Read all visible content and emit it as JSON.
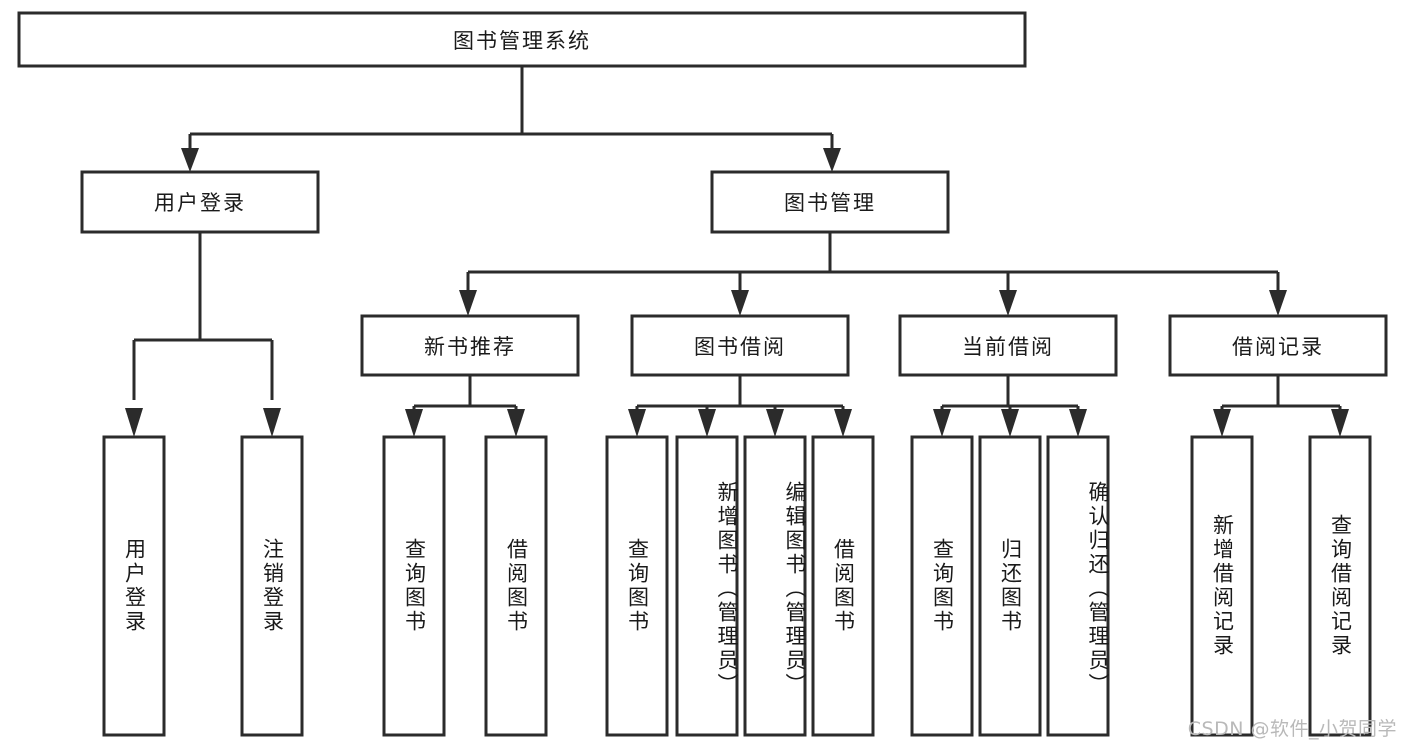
{
  "diagram": {
    "title": "图书管理系统",
    "type": "tree",
    "orientation": "top-down",
    "watermark": "CSDN @软件_小贺同学",
    "colors": {
      "box_stroke": "#2b2b2b",
      "box_fill": "#ffffff",
      "text": "#1a1a1a",
      "connector": "#2b2b2b",
      "watermark": "#b9b9b9",
      "background": "#ffffff"
    },
    "levels": {
      "root": {
        "label": "图书管理系统"
      },
      "level2": [
        {
          "label": "用户登录"
        },
        {
          "label": "图书管理"
        }
      ],
      "level3": [
        {
          "label": "新书推荐",
          "parent": "图书管理"
        },
        {
          "label": "图书借阅",
          "parent": "图书管理"
        },
        {
          "label": "当前借阅",
          "parent": "图书管理"
        },
        {
          "label": "借阅记录",
          "parent": "图书管理"
        }
      ],
      "leaves": {
        "用户登录": [
          {
            "label": "用户登录"
          },
          {
            "label": "注销登录"
          }
        ],
        "新书推荐": [
          {
            "label": "查询图书"
          },
          {
            "label": "借阅图书"
          }
        ],
        "图书借阅": [
          {
            "label": "查询图书"
          },
          {
            "label": "新增图书（管理员）"
          },
          {
            "label": "编辑图书（管理员）"
          },
          {
            "label": "借阅图书"
          }
        ],
        "当前借阅": [
          {
            "label": "查询图书"
          },
          {
            "label": "归还图书"
          },
          {
            "label": "确认归还（管理员）"
          }
        ],
        "借阅记录": [
          {
            "label": "新增借阅记录"
          },
          {
            "label": "查询借阅记录"
          }
        ]
      }
    },
    "nodes": {
      "root": "图书管理系统",
      "n_user_login": "用户登录",
      "n_book_mgmt": "图书管理",
      "n_new_book_rec": "新书推荐",
      "n_book_borrow": "图书借阅",
      "n_current_borrow": "当前借阅",
      "n_borrow_record": "借阅记录",
      "leaf_user_login": "用户登录",
      "leaf_logout": "注销登录",
      "leaf_query_book_a": "查询图书",
      "leaf_borrow_book_a": "借阅图书",
      "leaf_query_book_b": "查询图书",
      "leaf_add_book": "新增图书（管理员）",
      "leaf_edit_book": "编辑图书（管理员）",
      "leaf_borrow_book_b": "借阅图书",
      "leaf_query_book_c": "查询图书",
      "leaf_return_book": "归还图书",
      "leaf_confirm_return": "确认归还（管理员）",
      "leaf_add_record": "新增借阅记录",
      "leaf_query_record": "查询借阅记录"
    }
  }
}
